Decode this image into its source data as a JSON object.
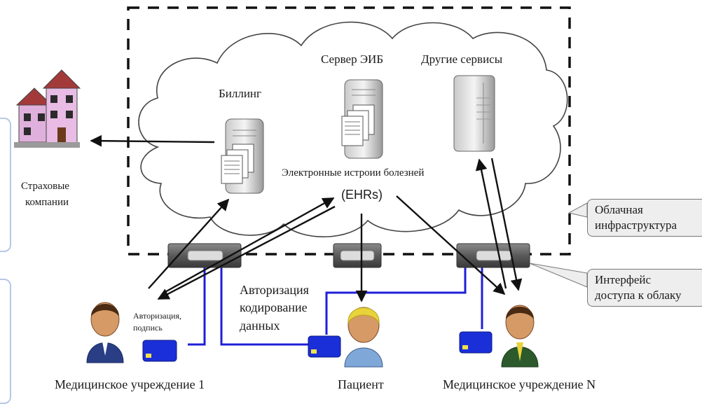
{
  "labels": {
    "billing": "Биллинг",
    "ehr_server": "Сервер ЭИБ",
    "other_services": "Другие сервисы",
    "ehr_title": "Электронные истроии болезней",
    "ehr_abbr": "(EHRs)",
    "insurance_line1": "Страховые",
    "insurance_line2": "компании",
    "cloud_infra_line1": "Облачная",
    "cloud_infra_line2": "инфраструктура",
    "cloud_iface_line1": "Интерфейс",
    "cloud_iface_line2": "доступа к облаку",
    "auth_sign_line1": "Авторизация,",
    "auth_sign_line2": "подпись",
    "auth_encode_line1": "Авторизация",
    "auth_encode_line2": "кодирование",
    "auth_encode_line3": "данных",
    "institution_1": "Медицинское учреждение 1",
    "patient": "Пациент",
    "institution_n": "Медицинское учреждение N"
  },
  "colors": {
    "cable": "#1f1fd8",
    "card": "#1a2fd8",
    "panel_border": "#b7c8e4",
    "building": "#e0b0dc",
    "roof": "#a33a3a",
    "skin": "#d69a66",
    "doctor_hair": "#4a2a12",
    "patient_hair": "#e8d33a",
    "suit_doctor1": "#2a3e86",
    "suit_doctorN": "#2c5a2c",
    "suit_patient": "#7fa8d8"
  }
}
